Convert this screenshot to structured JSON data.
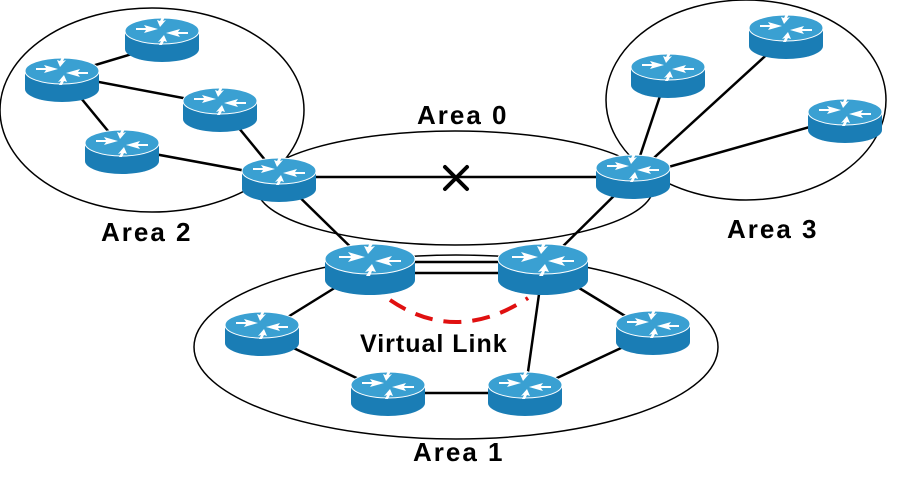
{
  "labels": {
    "area0": "Area 0",
    "area1": "Area 1",
    "area2": "Area 2",
    "area3": "Area 3",
    "virtual_link": "Virtual Link"
  },
  "colors": {
    "router_top": "#3a9fd0",
    "router_side": "#1a7db5",
    "virtual_link": "#e01010",
    "failure_mark": "#000000"
  },
  "icons": {
    "router": "router-icon",
    "broken_link": "x-mark-icon"
  }
}
